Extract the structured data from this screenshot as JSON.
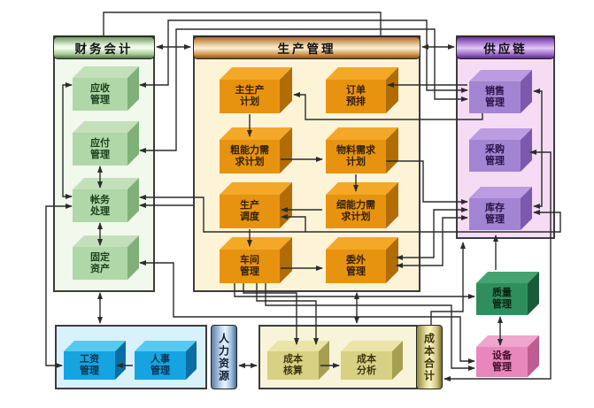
{
  "panels": {
    "finance": {
      "title": "财务会计",
      "boxes": [
        [
          "应收",
          "管理"
        ],
        [
          "应付",
          "管理"
        ],
        [
          "帐务",
          "处理"
        ],
        [
          "固定",
          "资产"
        ]
      ]
    },
    "production": {
      "title": "生产管理",
      "boxes": [
        [
          "主生产",
          "计划"
        ],
        [
          "订单",
          "预排"
        ],
        [
          "粗能力需",
          "求计划"
        ],
        [
          "物料需求",
          "计划"
        ],
        [
          "生产",
          "调度"
        ],
        [
          "细能力需",
          "求计划"
        ],
        [
          "车间",
          "管理"
        ],
        [
          "委外",
          "管理"
        ]
      ]
    },
    "supply": {
      "title": "供应链",
      "boxes": [
        [
          "销售",
          "管理"
        ],
        [
          "采购",
          "管理"
        ],
        [
          "库存",
          "管理"
        ]
      ]
    },
    "hr": {
      "bar": "人力资源",
      "boxes": [
        [
          "工资",
          "管理"
        ],
        [
          "人事",
          "管理"
        ]
      ]
    },
    "cost": {
      "bar": "成本合计",
      "boxes": [
        [
          "成本",
          "核算"
        ],
        [
          "成本",
          "分析"
        ]
      ]
    },
    "quality": [
      "质量",
      "管理"
    ],
    "equipment": [
      "设备",
      "管理"
    ]
  },
  "colors": {
    "finance_box": "#afd7a7",
    "production_box": "#e8930f",
    "supply_box": "#a284d3",
    "quality_box": "#2e8f5d",
    "equipment_box": "#e787bc",
    "hr_box": "#16a4e0",
    "cost_box": "#d8d083",
    "connector": "#2c2c2c"
  }
}
